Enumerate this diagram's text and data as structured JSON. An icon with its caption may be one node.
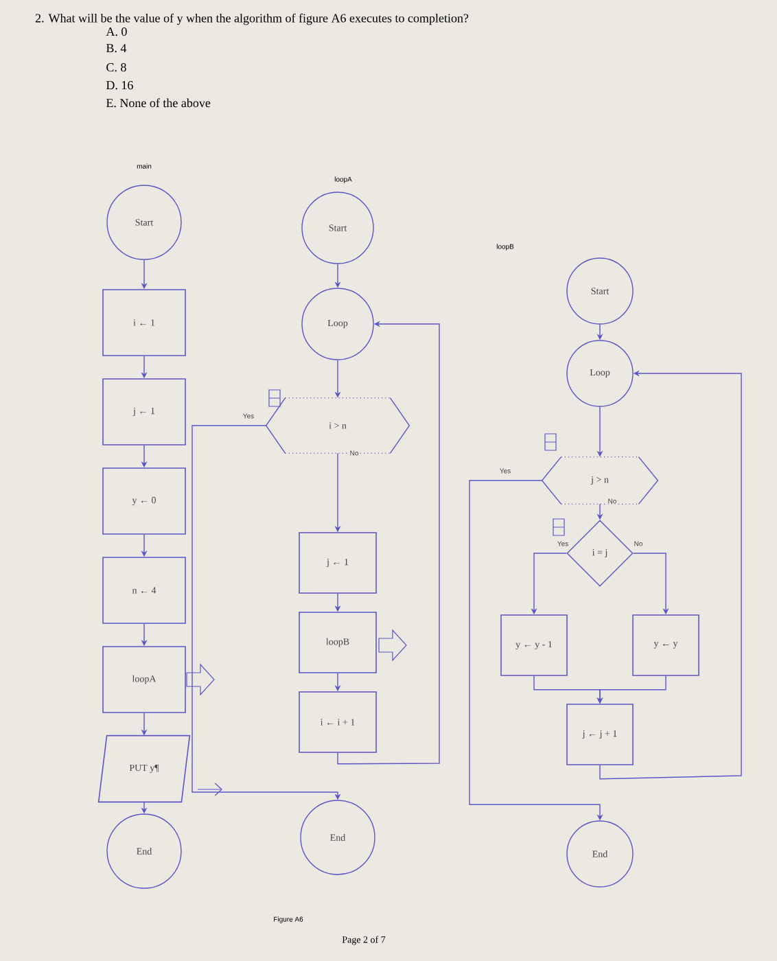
{
  "diagram": {
    "title": "2. What will be the value of y when the algorithm of figure A6 executes to completion?",
    "nodes": [
      {
        "text": [
          "Start"
        ]
      },
      {
        "text": [
          "i ← 1"
        ]
      },
      {
        "text": [
          "j ← 1"
        ]
      },
      {
        "text": [
          "y ← 0"
        ]
      },
      {
        "text": [
          "n ← 4"
        ]
      },
      {
        "text": [
          "loopA"
        ]
      },
      {
        "text": [
          "PUT y¶"
        ]
      },
      {
        "text": [
          "End"
        ]
      },
      {
        "text": [
          "Start"
        ]
      },
      {
        "text": [
          "Loop"
        ]
      },
      {
        "text": [
          "i > n"
        ]
      },
      {
        "text": [
          "j ← 1"
        ]
      },
      {
        "text": [
          "loopB"
        ]
      },
      {
        "text": [
          "i ← i + 1"
        ]
      },
      {
        "text": [
          "End"
        ]
      },
      {
        "text": [
          "Start"
        ]
      },
      {
        "text": [
          "Loop"
        ]
      },
      {
        "text": [
          "j > n"
        ]
      },
      {
        "text": [
          "i = j"
        ]
      },
      {
        "text": [
          "y ← y - 1"
        ]
      },
      {
        "text": [
          "y ← y"
        ]
      },
      {
        "text": [
          "j ← j + 1"
        ]
      },
      {
        "text": [
          "End"
        ]
      }
    ],
    "edges": [
      {
        "from": 0,
        "to": 1,
        "arrow": "to"
      },
      {
        "from": 1,
        "to": 2,
        "arrow": "to"
      },
      {
        "from": 2,
        "to": 3,
        "arrow": "to"
      },
      {
        "from": 3,
        "to": 4,
        "arrow": "to"
      },
      {
        "from": 4,
        "to": 5,
        "arrow": "to"
      },
      {
        "from": 5,
        "to": 6,
        "arrow": "to"
      },
      {
        "from": 6,
        "to": 7,
        "arrow": "to"
      },
      {
        "from": 8,
        "to": 9,
        "arrow": "to"
      },
      {
        "from": 9,
        "to": 10,
        "arrow": "to"
      },
      {
        "from": 10,
        "to": 11,
        "arrow": "to",
        "label": "No"
      },
      {
        "from": 11,
        "to": 12,
        "arrow": "to"
      },
      {
        "from": 12,
        "to": 13,
        "arrow": "to"
      },
      {
        "from": 13,
        "to": 9,
        "arrow": "to"
      },
      {
        "from": 10,
        "to": 14,
        "arrow": "to",
        "label": "Yes"
      },
      {
        "from": 15,
        "to": 16,
        "arrow": "to"
      },
      {
        "from": 16,
        "to": 17,
        "arrow": "to"
      },
      {
        "from": 17,
        "to": 18,
        "arrow": "to",
        "label": "No"
      },
      {
        "from": 18,
        "to": 19,
        "arrow": "to",
        "label": "Yes"
      },
      {
        "from": 18,
        "to": 20,
        "arrow": "to",
        "label": "No"
      },
      {
        "from": 19,
        "to": 21,
        "arrow": "to"
      },
      {
        "from": 20,
        "to": 21,
        "arrow": "to"
      },
      {
        "from": 21,
        "to": 16,
        "arrow": "to"
      },
      {
        "from": 17,
        "to": 22,
        "arrow": "to",
        "label": "Yes"
      }
    ],
    "labels": [
      "A. 0",
      "B. 4",
      "C. 8",
      "D. 16",
      "E. None of the above",
      "main",
      "loopA",
      "loopB",
      "Figure A6",
      "Page 2 of 7"
    ]
  }
}
